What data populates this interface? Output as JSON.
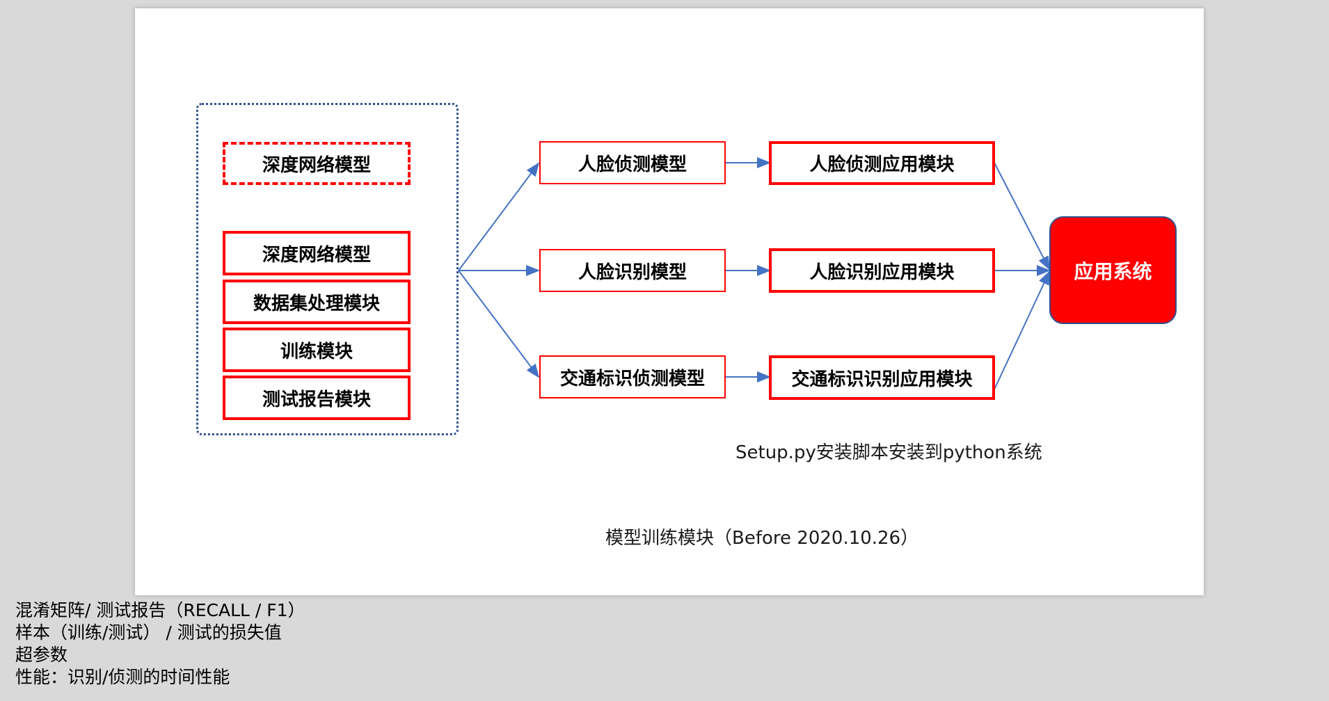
{
  "left_group": {
    "header": "深度网络模型",
    "items": [
      "深度网络模型",
      "数据集处理模块",
      "训练模块",
      "测试报告模块"
    ]
  },
  "models": [
    "人脸侦测模型",
    "人脸识别模型",
    "交通标识侦测模型"
  ],
  "apps": [
    "人脸侦测应用模块",
    "人脸识别应用模块",
    "交通标识识别应用模块"
  ],
  "system": "应用系统",
  "setup_note": "Setup.py安装脚本安装到python系统",
  "title": "模型训练模块（Before 2020.10.26）",
  "notes": [
    "混淆矩阵/ 测试报告（RECALL / F1）",
    "样本（训练/测试） / 测试的损失值",
    "超参数",
    "性能：识别/侦测的时间性能"
  ],
  "colors": {
    "accent_red": "#ff0000",
    "connector_blue": "#4472c4",
    "group_border": "#2f4f8f"
  }
}
